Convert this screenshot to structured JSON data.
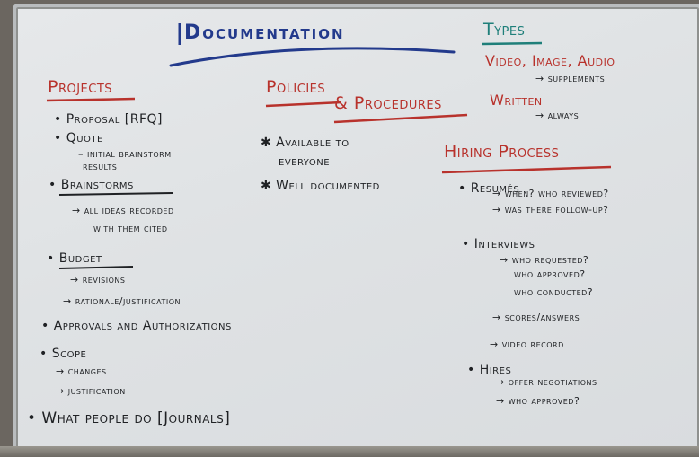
{
  "title": "Documentation",
  "projects": {
    "heading": "Projects",
    "proposal": "• Proposal [RFQ]",
    "quote": "• Quote",
    "quote_sub1": "– initial brainstorm",
    "quote_sub2": "results",
    "brainstorms": "• Brainstorms",
    "brain_sub1": "→ all ideas recorded",
    "brain_sub2": "with them cited",
    "budget": "• Budget",
    "budget_sub1": "→ revisions",
    "budget_sub2": "→ rationale/justification",
    "approvals": "• Approvals and Authorizations",
    "scope": "• Scope",
    "scope_sub1": "→ changes",
    "scope_sub2": "→ justification",
    "people": "• What people do [Journals]"
  },
  "policies": {
    "heading1": "Policies",
    "heading2": "& Procedures",
    "item1a": "✱ Available to",
    "item1b": "everyone",
    "item2": "✱ Well documented"
  },
  "types": {
    "heading": "Types",
    "media": "Video, Image, Audio",
    "media_sub": "→ supplements",
    "written": "Written",
    "written_sub": "→ always"
  },
  "hiring": {
    "heading": "Hiring Process",
    "resumes": "• Resumés",
    "res_sub1": "→ when? who reviewed?",
    "res_sub2": "→ was there follow-up?",
    "interviews": "• Interviews",
    "int_sub1": "→ who requested?",
    "int_sub2": "who approved?",
    "int_sub3": "who conducted?",
    "int_sub4": "→ scores/answers",
    "int_sub5": "→ video record",
    "hires": "• Hires",
    "hire_sub1": "→ offer negotiations",
    "hire_sub2": "→ who approved?"
  },
  "colors": {
    "board": "#e1e4e6",
    "black_marker": "#1f2124",
    "red_marker": "#b8322c",
    "blue_marker": "#233a8c",
    "teal_marker": "#1f7f7a"
  }
}
